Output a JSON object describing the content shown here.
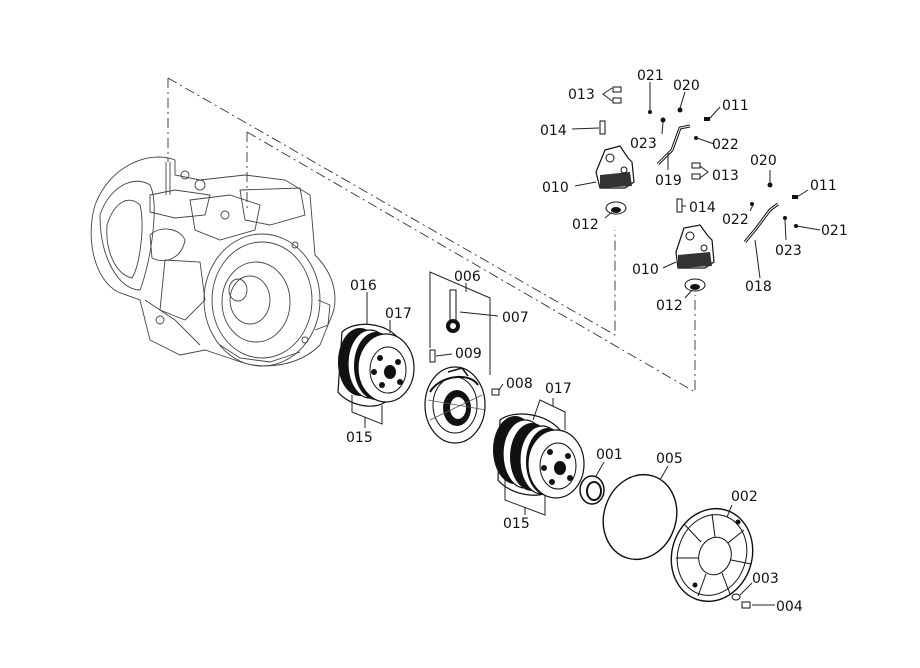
{
  "diagram": {
    "labels": {
      "l001": "001",
      "l002": "002",
      "l003": "003",
      "l004": "004",
      "l005": "005",
      "l006": "006",
      "l007": "007",
      "l008": "008",
      "l009": "009",
      "l010a": "010",
      "l010b": "010",
      "l011a": "011",
      "l011b": "011",
      "l012a": "012",
      "l012b": "012",
      "l013a": "013",
      "l013b": "013",
      "l014a": "014",
      "l014b": "014",
      "l015a": "015",
      "l015b": "015",
      "l016": "016",
      "l017a": "017",
      "l017b": "017",
      "l018": "018",
      "l019": "019",
      "l020a": "020",
      "l020b": "020",
      "l021a": "021",
      "l021b": "021",
      "l022a": "022",
      "l022b": "022",
      "l023a": "023",
      "l023b": "023"
    }
  }
}
